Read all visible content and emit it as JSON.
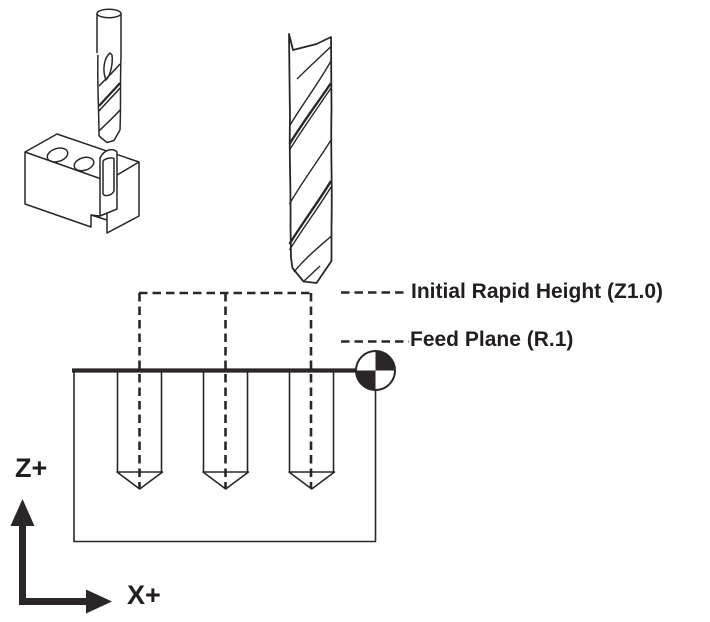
{
  "colors": {
    "background": "#ffffff",
    "line": "#2b2627",
    "text": "#221e1f"
  },
  "labels": {
    "initial_rapid_height": "Initial Rapid Height (Z1.0)",
    "feed_plane": "Feed Plane (R.1)",
    "z_axis": "Z+",
    "x_axis": "X+"
  },
  "figures": {
    "large_drill_icon": "twist-drill-bit",
    "small_drill_icon": "small-twist-drill-bit",
    "block_icon": "isometric-block-with-drilled-holes",
    "origin_icon": "work-origin-symbol",
    "cross_section_hole_count": 3
  }
}
